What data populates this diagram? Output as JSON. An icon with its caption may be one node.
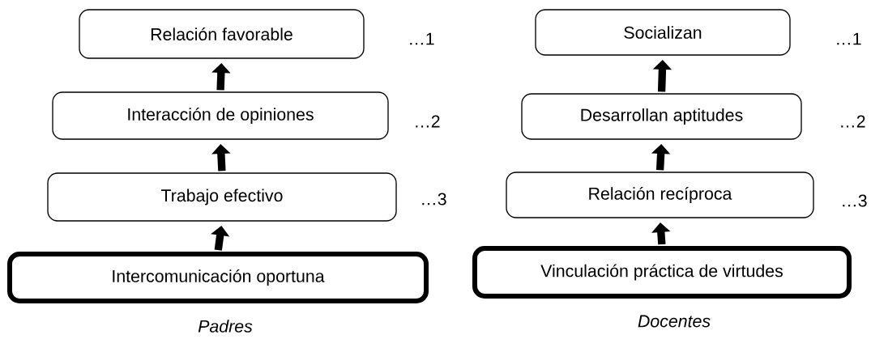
{
  "diagram": {
    "nodes": [
      {
        "text": [
          "Relación favorable"
        ]
      },
      {
        "text": [
          "Interacción de opiniones"
        ]
      },
      {
        "text": [
          "Trabajo efectivo"
        ]
      },
      {
        "text": [
          "Intercomunicación oportuna"
        ]
      },
      {
        "text": [
          "Socializan"
        ]
      },
      {
        "text": [
          "Desarrollan aptitudes"
        ]
      },
      {
        "text": [
          "Relación recíproca"
        ]
      },
      {
        "text": [
          "Vinculación práctica de virtudes"
        ]
      }
    ],
    "edges": [
      {
        "from": 3,
        "to": 2,
        "arrow": "to"
      },
      {
        "from": 2,
        "to": 1,
        "arrow": "to"
      },
      {
        "from": 1,
        "to": 0,
        "arrow": "to"
      },
      {
        "from": 7,
        "to": 6,
        "arrow": "to"
      },
      {
        "from": 6,
        "to": 5,
        "arrow": "to"
      },
      {
        "from": 5,
        "to": 4,
        "arrow": "to"
      }
    ],
    "labels": [
      "…1",
      "…2",
      "…3",
      "Padres",
      "…1",
      "…2",
      "…3",
      "Docentes"
    ]
  }
}
